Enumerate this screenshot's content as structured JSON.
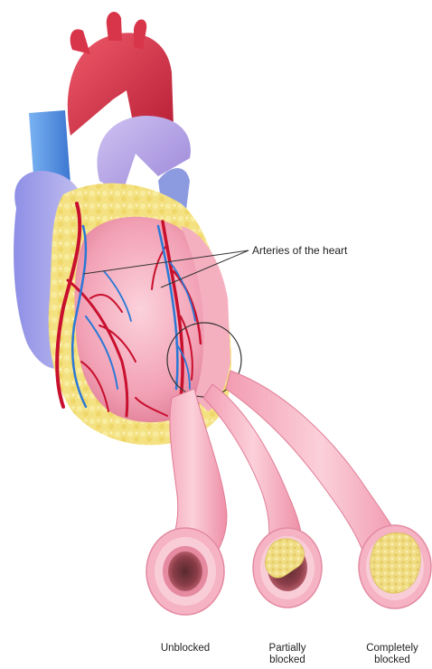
{
  "labels": {
    "arteries": "Arteries of the heart"
  },
  "cross_sections": [
    {
      "line1": "Unblocked",
      "line2": ""
    },
    {
      "line1": "Partially",
      "line2": "blocked"
    },
    {
      "line1": "Completely",
      "line2": "blocked"
    }
  ],
  "colors": {
    "aorta": "#d8344a",
    "vena_cava": "#4f8fe0",
    "pulmonary": "#b6a6e6",
    "fat": "#f3e27c",
    "muscle": "#f2a0b4",
    "coronary_artery": "#c8102e",
    "coronary_vein": "#2a78d6",
    "vessel_wall": "#f6b6c4",
    "plaque": "#f2e08a"
  }
}
